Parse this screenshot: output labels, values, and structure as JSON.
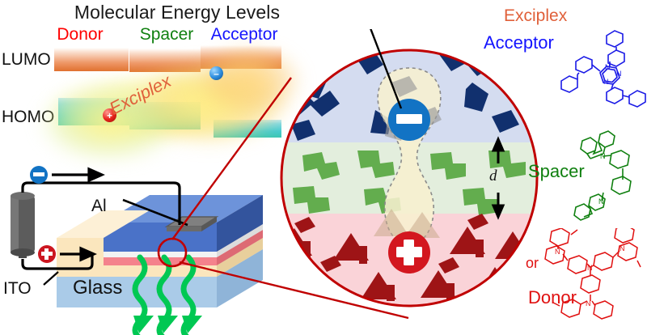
{
  "energy_panel": {
    "title": "Molecular Energy Levels",
    "columns": [
      {
        "label": "Donor",
        "color": "#ff0000"
      },
      {
        "label": "Spacer",
        "color": "#108010"
      },
      {
        "label": "Acceptor",
        "color": "#1414ff"
      }
    ],
    "levels": [
      {
        "label": "LUMO"
      },
      {
        "label": "HOMO"
      }
    ],
    "exciplex_label": "Exciplex",
    "exciplex_color": "#e0603a",
    "charges": [
      {
        "name": "hole",
        "glyph": "+",
        "color": "#e8241c",
        "on": "Donor HOMO"
      },
      {
        "name": "electron",
        "glyph": "–",
        "color": "#2f8fe0",
        "on": "Acceptor LUMO"
      }
    ]
  },
  "device": {
    "electrode_top_label": "Al",
    "electrode_bottom_label": "ITO",
    "substrate_label": "Glass",
    "electron_glyph": "–",
    "hole_glyph": "+",
    "electron_badge_color": "#1273c4",
    "hole_badge_color": "#cc1620",
    "emission_color": "#00c853",
    "layers": [
      {
        "name": "acceptor",
        "color": "#4a72c8"
      },
      {
        "name": "spacer",
        "color": "#f2f2f2"
      },
      {
        "name": "donor",
        "color": "#f4828c"
      },
      {
        "name": "ito",
        "color": "#fbe6bd"
      },
      {
        "name": "glass",
        "color": "#aacbe8"
      }
    ]
  },
  "magnifier": {
    "callout_label": "Exciplex",
    "callout_color": "#e0603a",
    "distance_label": "d",
    "layer_names": [
      "Acceptor",
      "Spacer",
      "Donor"
    ],
    "layer_fills": [
      "#d4dcf0",
      "#e3eedd",
      "#fad3d8"
    ],
    "molecule_colors": [
      "#11306e",
      "#63ad4e",
      "#9e1416"
    ],
    "electron_glyph": "–",
    "hole_glyph": "+",
    "ring_color": "#c00000"
  },
  "molecules": {
    "acceptor": {
      "label": "Acceptor",
      "color": "#1a1ae6"
    },
    "spacer": {
      "label": "Spacer",
      "color": "#108010"
    },
    "donor": {
      "label": "Donor",
      "color": "#e01010",
      "alt_text": "or"
    }
  }
}
